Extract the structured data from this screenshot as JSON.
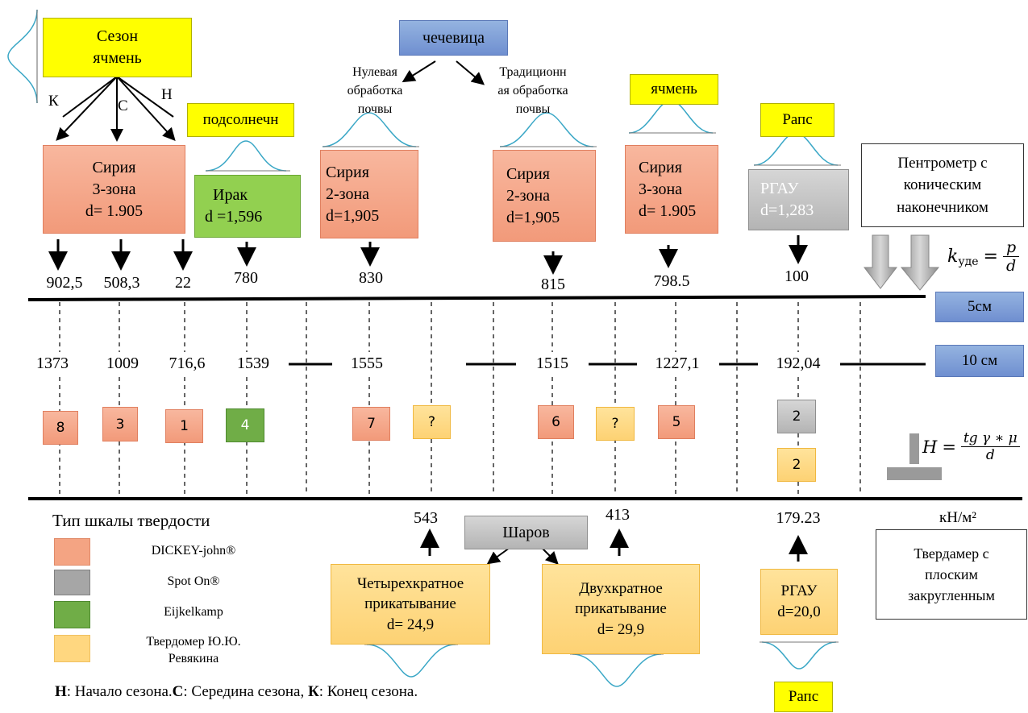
{
  "top_labels": {
    "season_barley": "Сезон ячмень",
    "lentil": "чечевица",
    "sunflower": "подсолнечн",
    "barley": "ячмень",
    "rapeseed_top": "Рапс",
    "rapeseed_bottom": "Рапс"
  },
  "branch_letters": {
    "k": "К",
    "c": "С",
    "n": "Н"
  },
  "tillage": {
    "zero": "Нулевая обработка почвы",
    "traditional": "Традиционн ая обработка почвы"
  },
  "boxes": {
    "syria3": {
      "l1": "Сирия",
      "l2": "3-зона",
      "l3": "d= 1.905"
    },
    "iraq": {
      "l1": "Ирак",
      "l2": "d =1,596"
    },
    "syria2a": {
      "l1": "Сирия",
      "l2": "2-зона",
      "l3": "d=1,905"
    },
    "syria2b": {
      "l1": "Сирия",
      "l2": "2-зона",
      "l3": "d=1,905"
    },
    "syria3b": {
      "l1": "Сирия",
      "l2": "3-зона",
      "l3": "d= 1.905"
    },
    "rgau": {
      "l1": "РГАУ",
      "l2": "d=1,283"
    }
  },
  "penetrometer": {
    "label": "Пентрометр с коническим наконечником",
    "formula_lhs": "k",
    "formula_sub": "уде",
    "formula_num": "p",
    "formula_den": "d"
  },
  "values_5cm": [
    "902,5",
    "508,3",
    "22",
    "780",
    "830",
    "815",
    "798.5",
    "100"
  ],
  "values_10cm": [
    "1373",
    "1009",
    "716,6",
    "1539",
    "1555",
    "1515",
    "1227,1",
    "192,04"
  ],
  "depth_labels": {
    "d5": "5см",
    "d10": "10 см"
  },
  "rank_boxes": [
    "8",
    "3",
    "1",
    "4",
    "7",
    "?",
    "6",
    "?",
    "5",
    "2",
    "2"
  ],
  "hardness_formula": {
    "lhs": "H",
    "num": "tg γ ∗ μ",
    "den": "d"
  },
  "bottom_values": {
    "v1": "543",
    "v2": "413",
    "v3": "179.23",
    "unit": "кН/м²"
  },
  "sharov": "Шаров",
  "rolling": {
    "four": {
      "l1": "Четырехкратное",
      "l2": "прикатывание",
      "l3": "d= 24,9"
    },
    "two": {
      "l1": "Двухкратное",
      "l2": "прикатывание",
      "l3": "d= 29,9"
    }
  },
  "rgau_bottom": {
    "l1": "РГАУ",
    "l2": "d=20,0"
  },
  "hardness_meter": "Твердамер с плоским закругленным",
  "legend": {
    "title": "Тип шкалы твердости",
    "items": [
      {
        "label": "DICKEY-john®",
        "color": "#f4a483"
      },
      {
        "label": "Spot On®",
        "color": "#a6a6a6"
      },
      {
        "label": "Eijkelkamp",
        "color": "#70ad47"
      },
      {
        "label": "Твердомер Ю.Ю. Ревякина",
        "color": "#ffd780"
      }
    ]
  },
  "footer": {
    "n": "Н",
    "n_text": ": Начало сезона.",
    "c": "С",
    "c_text": ": Середина сезона, ",
    "k": "К",
    "k_text": ": Конец сезона."
  }
}
